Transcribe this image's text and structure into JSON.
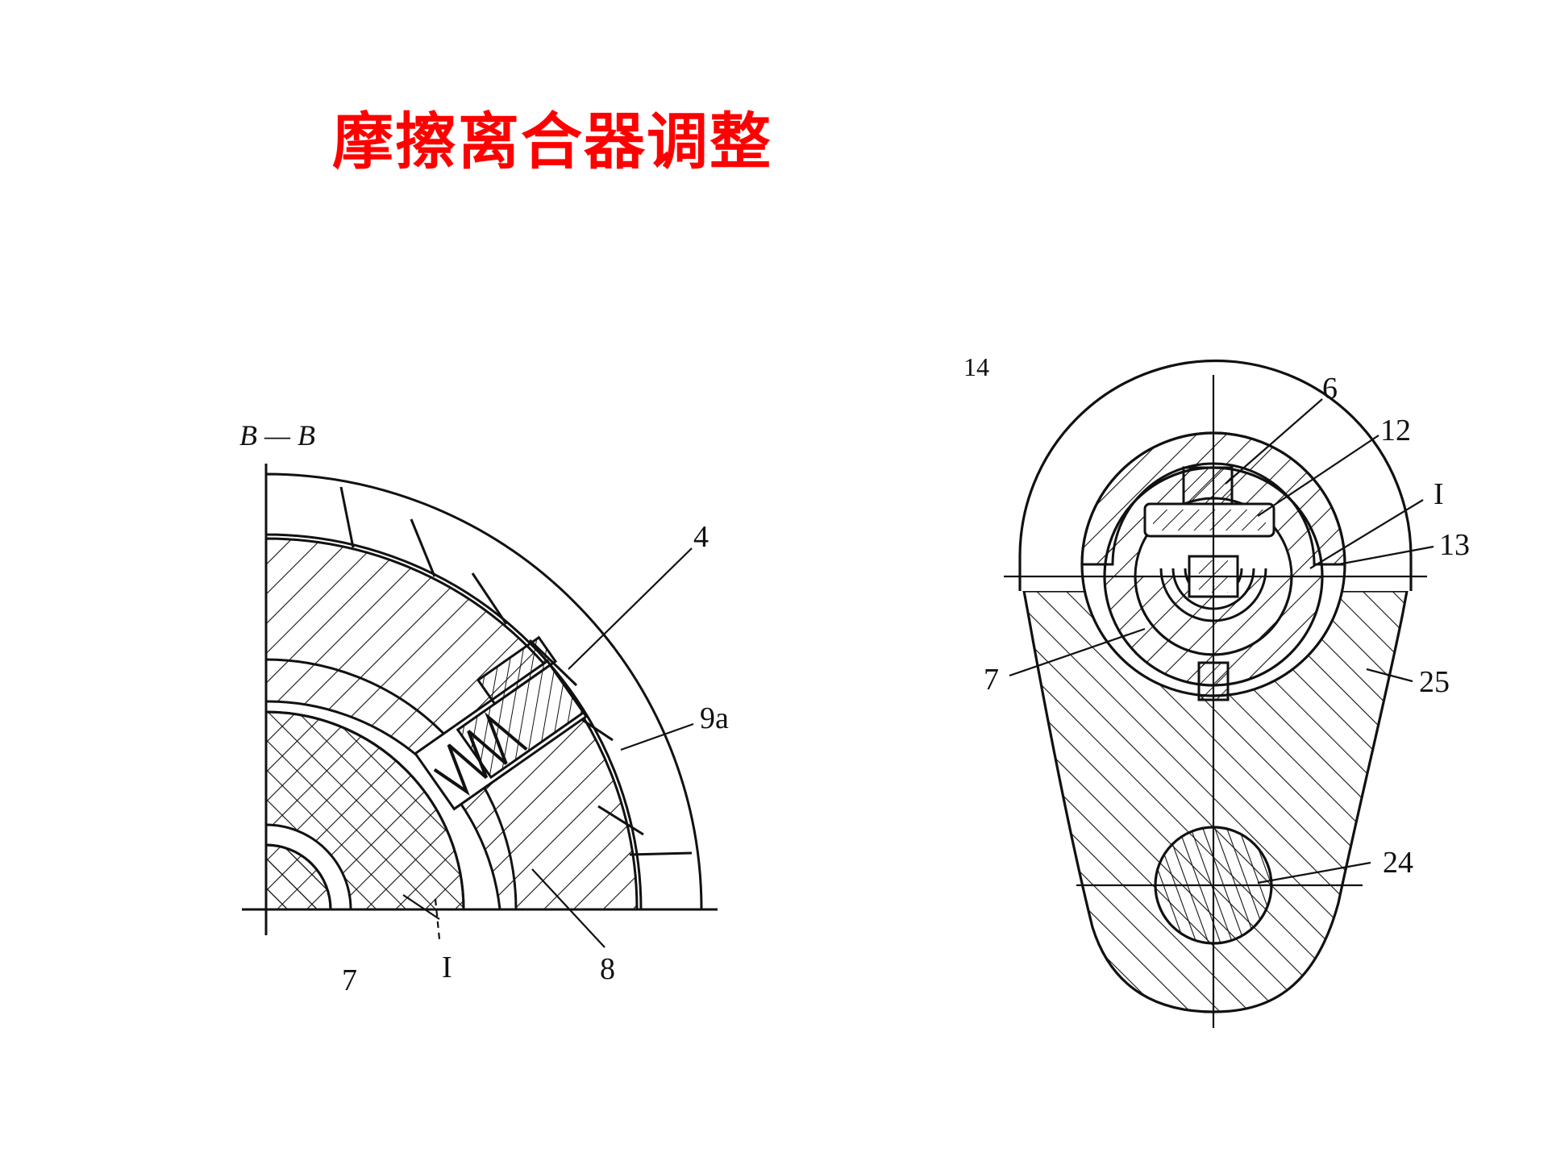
{
  "slide": {
    "title": "摩擦离合器调整",
    "title_color": "#ff0000",
    "line_color": "#111111"
  },
  "left_view": {
    "section_label": "B — B",
    "labels": {
      "part_4": "4",
      "part_9a": "9a",
      "part_8": "8",
      "part_7": "7",
      "mark_I": "I"
    }
  },
  "right_view": {
    "labels": {
      "part_14": "14",
      "part_6": "6",
      "part_12": "12",
      "mark_I": "I",
      "part_13": "13",
      "part_7": "7",
      "part_25": "25",
      "part_24": "24"
    }
  }
}
